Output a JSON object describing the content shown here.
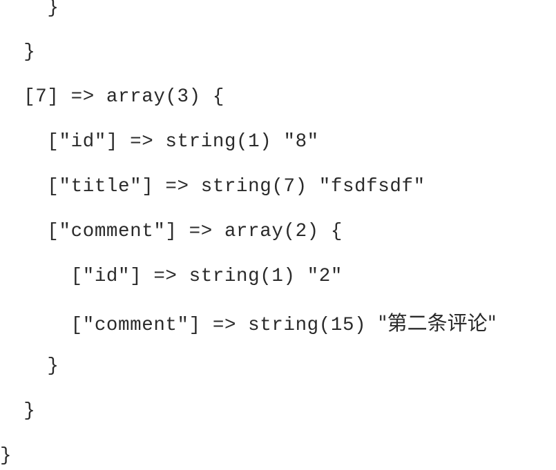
{
  "code": {
    "lines": [
      "    }",
      "  }",
      "  [7] => array(3) {",
      "    [\"id\"] => string(1) \"8\"",
      "    [\"title\"] => string(7) \"fsdfsdf\"",
      "    [\"comment\"] => array(2) {",
      "      [\"id\"] => string(1) \"2\"",
      "      [\"comment\"] => string(15) ",
      "    }",
      "  }",
      "}"
    ],
    "cjk_value": "\"第二条评论\""
  }
}
